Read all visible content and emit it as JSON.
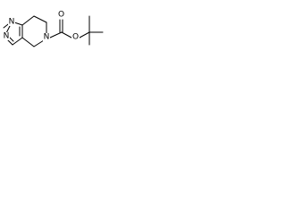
{
  "molecule": {
    "atoms": {
      "n1": "N",
      "n2": "N",
      "n5": "N",
      "o_carbonyl": "O",
      "o_ester": "O"
    }
  }
}
